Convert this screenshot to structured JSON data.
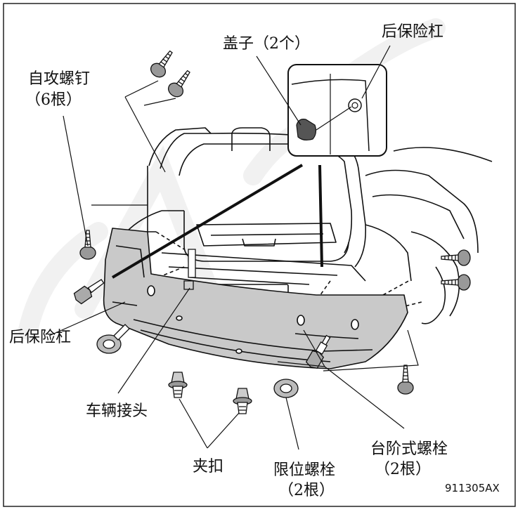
{
  "labels": {
    "cover": "盖子（2个）",
    "rear_bumper_top": "后保险杠",
    "self_tap_screw_line1": "自攻螺钉",
    "self_tap_screw_line2": "（6根）",
    "rear_bumper_left": "后保险杠",
    "vehicle_connector": "车辆接头",
    "clip": "夹扣",
    "limit_bolt_line1": "限位螺栓",
    "limit_bolt_line2": "（2根）",
    "step_bolt_line1": "台阶式螺栓",
    "step_bolt_line2": "（2根）"
  },
  "figure_code": "911305AX",
  "colors": {
    "bumper_fill": "#c9c9c9",
    "line": "#111111",
    "watermark": "#f3f3f3"
  }
}
